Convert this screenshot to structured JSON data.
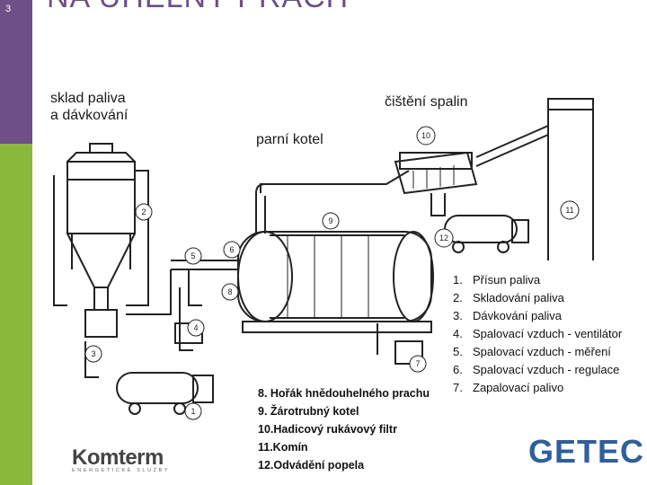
{
  "slide": {
    "number": "3",
    "title": "NA UHELNÝ PRACH"
  },
  "labels": {
    "storage": "sklad paliva",
    "dosing": "a dávkování",
    "cleaning": "čištění spalin",
    "boiler": "parní kotel"
  },
  "callouts": [
    "1",
    "2",
    "3",
    "4",
    "5",
    "6",
    "7",
    "8",
    "9",
    "10",
    "11",
    "12"
  ],
  "legend_a": [
    {
      "num": "1.",
      "text": "Přísun paliva"
    },
    {
      "num": "2.",
      "text": "Skladování paliva"
    },
    {
      "num": "3.",
      "text": "Dávkování paliva"
    },
    {
      "num": "4.",
      "text": "Spalovací vzduch - ventilátor"
    },
    {
      "num": "5.",
      "text": "Spalovací vzduch - měření"
    },
    {
      "num": "6.",
      "text": "Spalovací vzduch - regulace"
    },
    {
      "num": "7.",
      "text": "Zapalovací palivo"
    }
  ],
  "legend_b": [
    {
      "text": "8.  Hořák hnědouhelného prachu"
    },
    {
      "text": "9.  Žárotrubný kotel"
    },
    {
      "text": "10.Hadicový rukávový filtr"
    },
    {
      "text": "11.Komín"
    },
    {
      "text": "12.Odvádění popela"
    }
  ],
  "logos": {
    "komterm": "Komterm",
    "komterm_tagline": "ENERGETICKÉ SLUŽBY",
    "getec": "GETEC"
  },
  "colors": {
    "sidebar_top": "#6e4f86",
    "sidebar_bottom": "#8ab83a",
    "getec_blue": "#2f5f9c"
  }
}
